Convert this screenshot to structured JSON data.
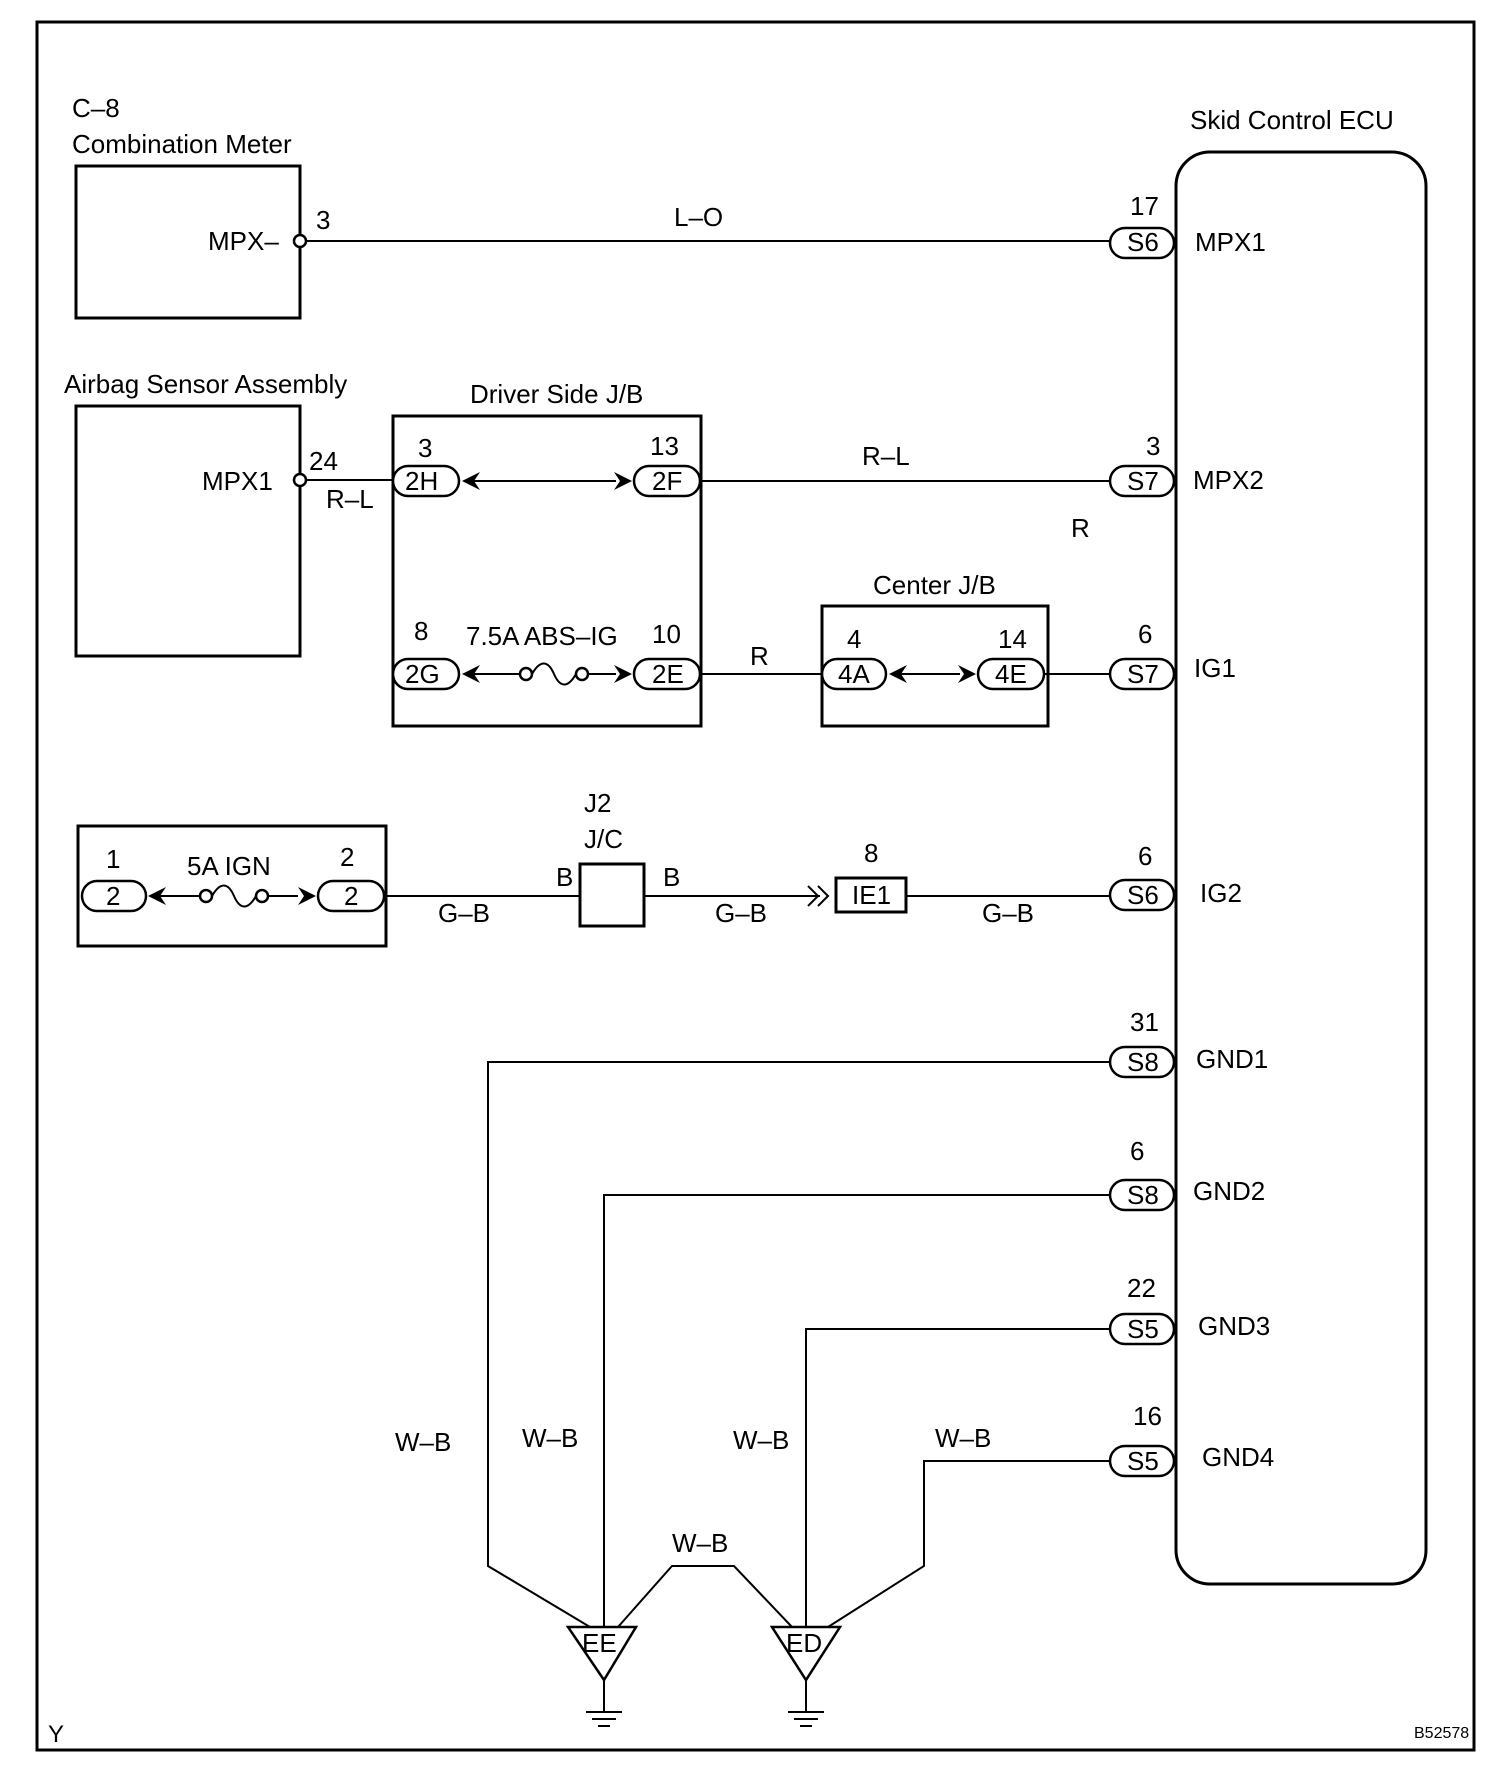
{
  "combination_meter": {
    "code": "C–8",
    "name": "Combination Meter",
    "terminal_name": "MPX–",
    "pin": "3"
  },
  "airbag_sensor": {
    "name": "Airbag Sensor Assembly",
    "terminal_name": "MPX1",
    "pin": "24",
    "wire": "R–L"
  },
  "driver_jb": {
    "title": "Driver Side J/B",
    "conn_2h": {
      "pin": "3",
      "label": "2H"
    },
    "conn_2f": {
      "pin": "13",
      "label": "2F"
    },
    "conn_2g": {
      "pin": "8",
      "label": "2G"
    },
    "conn_2e": {
      "pin": "10",
      "label": "2E"
    },
    "fuse": "7.5A ABS–IG"
  },
  "center_jb": {
    "title": "Center J/B",
    "conn_4a": {
      "pin": "4",
      "label": "4A"
    },
    "conn_4e": {
      "pin": "14",
      "label": "4E"
    }
  },
  "ign_fuse_block": {
    "left": {
      "pin": "1",
      "label": "2"
    },
    "right": {
      "pin": "2",
      "label": "2"
    },
    "fuse": "5A IGN"
  },
  "j2": {
    "code": "J2",
    "name": "J/C",
    "left_letter": "B",
    "right_letter": "B"
  },
  "ie1": {
    "pin": "8",
    "label": "IE1"
  },
  "ecu": {
    "title": "Skid Control ECU",
    "terminals": {
      "mpx1": {
        "pin": "17",
        "conn": "S6",
        "name": "MPX1"
      },
      "mpx2": {
        "pin": "3",
        "conn": "S7",
        "name": "MPX2"
      },
      "ig1": {
        "pin": "6",
        "conn": "S7",
        "name": "IG1"
      },
      "ig2": {
        "pin": "6",
        "conn": "S6",
        "name": "IG2"
      },
      "gnd1": {
        "pin": "31",
        "conn": "S8",
        "name": "GND1"
      },
      "gnd2": {
        "pin": "6",
        "conn": "S8",
        "name": "GND2"
      },
      "gnd3": {
        "pin": "22",
        "conn": "S5",
        "name": "GND3"
      },
      "gnd4": {
        "pin": "16",
        "conn": "S5",
        "name": "GND4"
      }
    }
  },
  "wires": {
    "lo": "L–O",
    "rl": "R–L",
    "r_top": "R",
    "r_mid": "R",
    "gb1": "G–B",
    "gb2": "G–B",
    "gb3": "G–B",
    "wb1": "W–B",
    "wb2": "W–B",
    "wb3": "W–B",
    "wb4": "W–B",
    "wb_link": "W–B"
  },
  "grounds": {
    "ee": "EE",
    "ed": "ED"
  },
  "footer": {
    "corner": "Y",
    "code": "B52578"
  }
}
